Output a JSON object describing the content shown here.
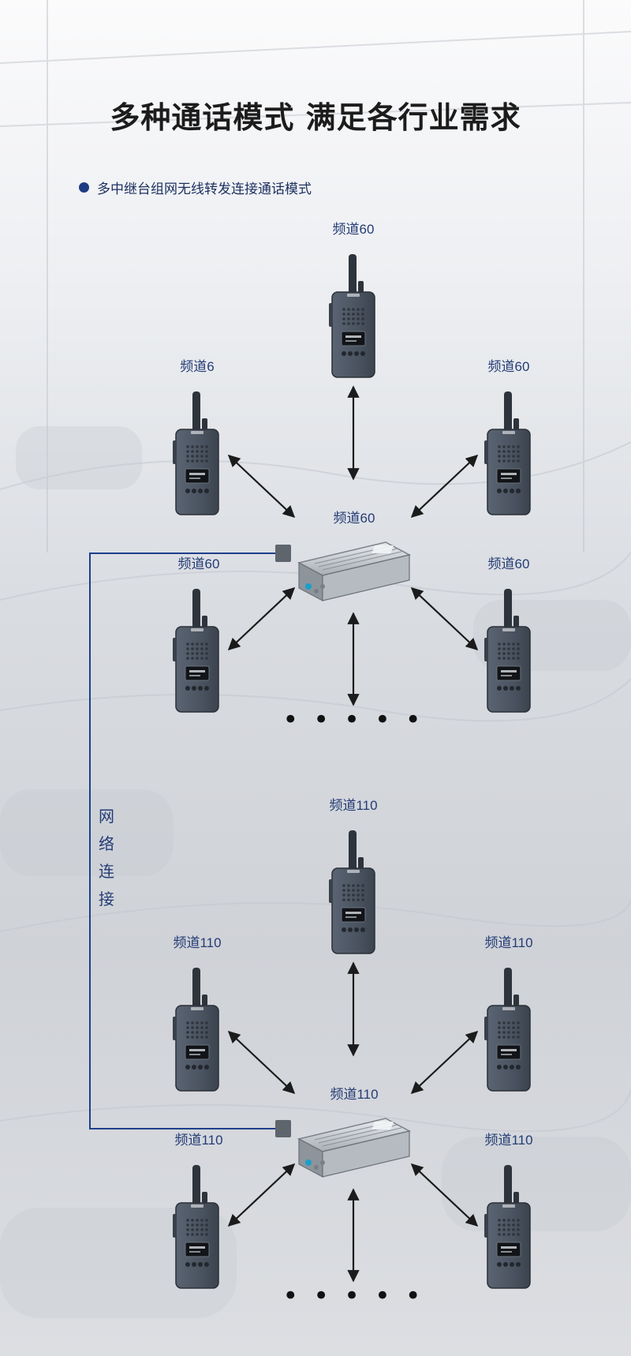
{
  "title": "多种通话模式 满足各行业需求",
  "subtitle": "多中继台组网无线转发连接通话模式",
  "network_label": [
    "网",
    "络",
    "连",
    "接"
  ],
  "colors": {
    "label": "#243c75",
    "bullet": "#1d3b82",
    "network_line": "#1f3f8c",
    "arrow": "#1b1b1b",
    "radio_body": "#4f5866"
  },
  "groups": [
    {
      "repeater_label": "频道60",
      "radio_labels": [
        "频道60",
        "频道6",
        "频道60",
        "频道60",
        "频道60"
      ],
      "ellipsis": "• • • • •"
    },
    {
      "repeater_label": "频道110",
      "radio_labels": [
        "频道110",
        "频道110",
        "频道110",
        "频道110",
        "频道110"
      ],
      "ellipsis": "• • • • •"
    }
  ]
}
